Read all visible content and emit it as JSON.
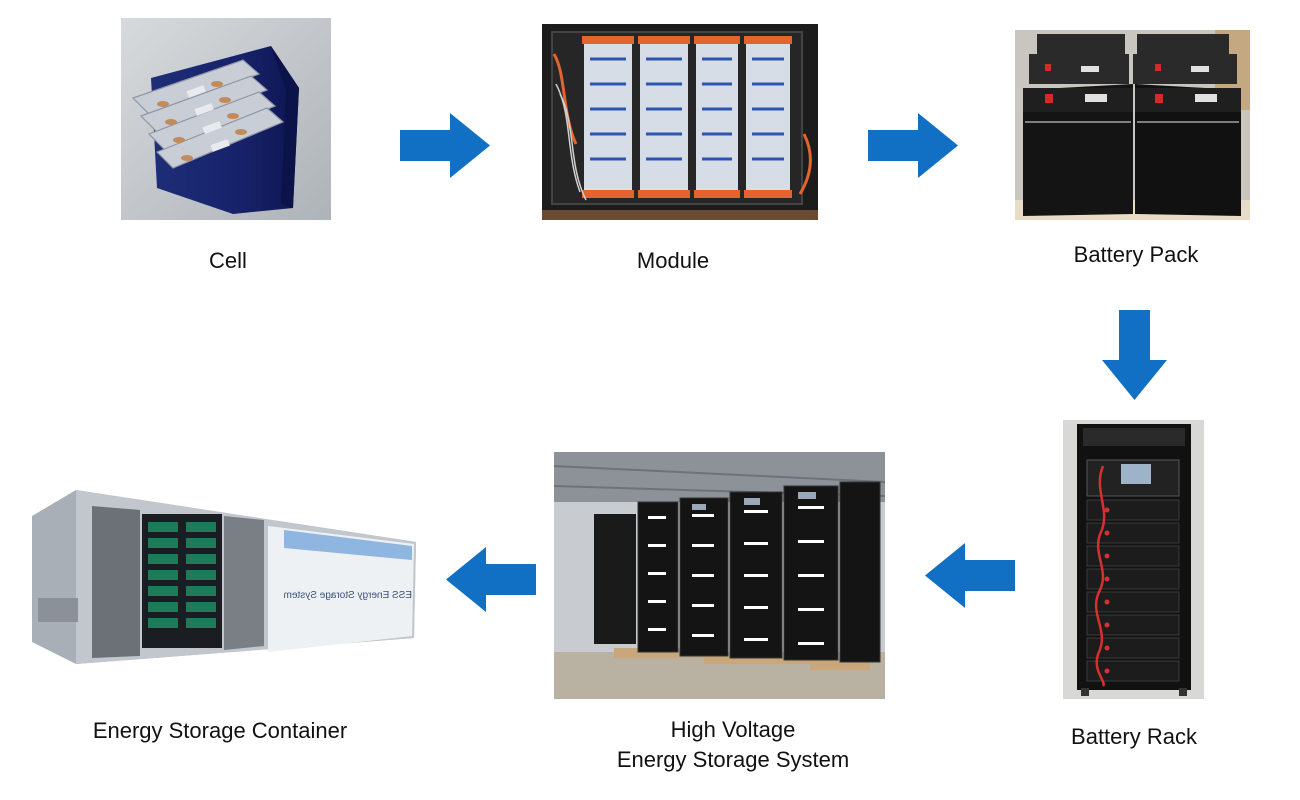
{
  "colors": {
    "arrow": "#1170c4",
    "text": "#111111",
    "background": "#ffffff"
  },
  "flow": {
    "stages": [
      {
        "label": "Cell",
        "image": "prismatic-cell-photo"
      },
      {
        "label": "Module",
        "image": "battery-module-photo"
      },
      {
        "label": "Battery Pack",
        "image": "battery-pack-photo"
      },
      {
        "label": "Battery Rack",
        "image": "battery-rack-photo"
      },
      {
        "label_lines": [
          "High Voltage",
          "Energy Storage System"
        ],
        "image": "hv-ess-photo"
      },
      {
        "label": "Energy Storage Container",
        "image": "energy-storage-container-photo"
      }
    ],
    "container_signage": "ESS Energy Storage System",
    "arrows": [
      "arrow-right-icon",
      "arrow-right-icon",
      "arrow-down-icon",
      "arrow-left-icon",
      "arrow-left-icon"
    ]
  }
}
